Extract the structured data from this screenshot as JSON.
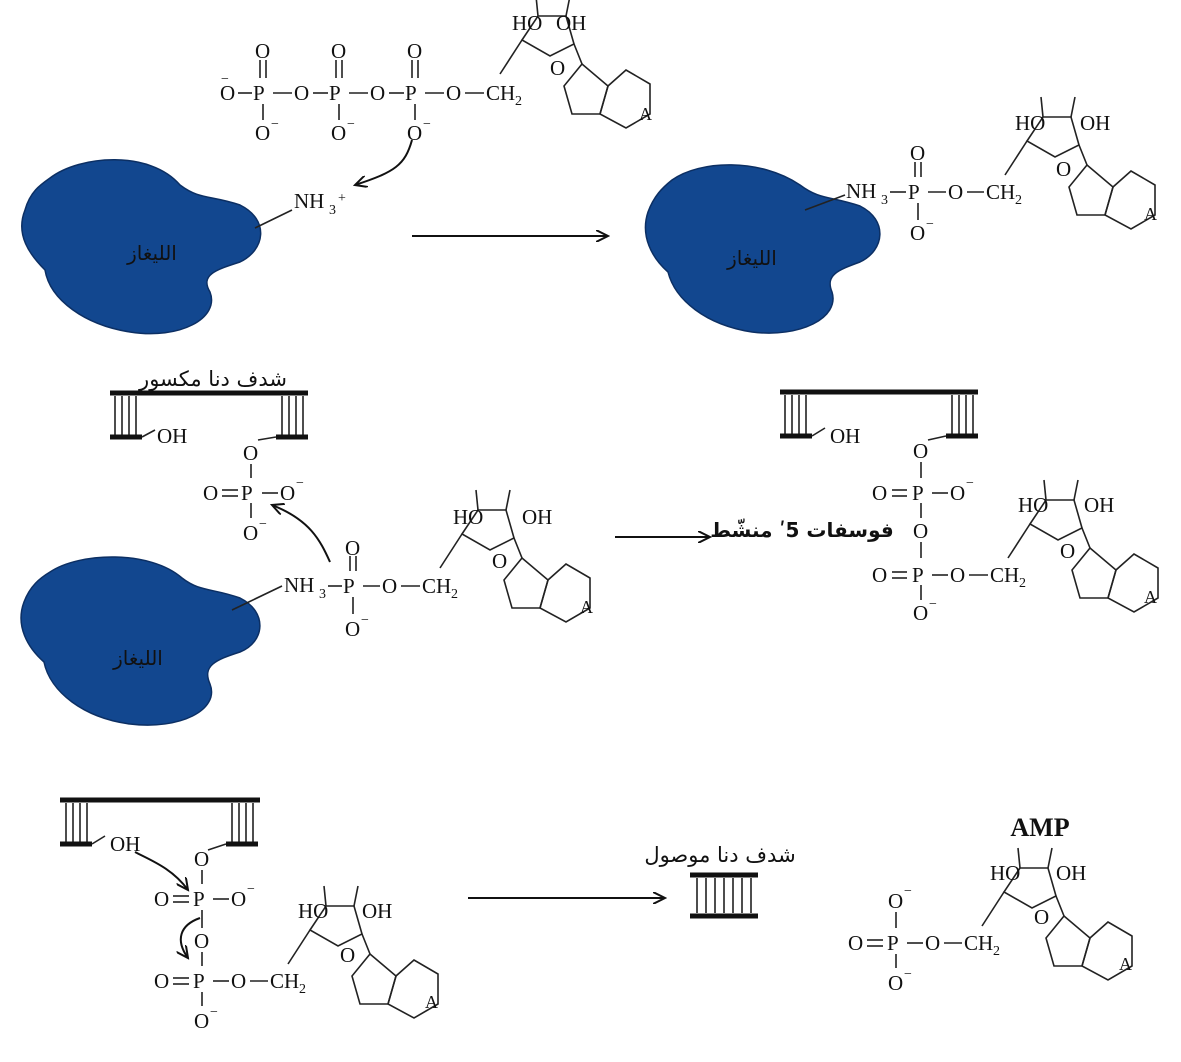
{
  "labels": {
    "ligase": "الليغاز",
    "broken_dna": "شدف دنا مكسور",
    "activated_phosphate": "فوسفات 5ʹ منشّط",
    "ligated_dna": "شدف دنا موصول",
    "amp": "AMP",
    "adenine": "A",
    "nh3": "NH",
    "nh3_plus_sub": "3",
    "nh3_plus_sup": "+",
    "oh": "OH",
    "ho": "HO",
    "ch2": "CH",
    "sub2": "2",
    "o": "O",
    "p": "P",
    "o_minus": "O",
    "minus": "−"
  },
  "colors": {
    "enzyme": "#12478f",
    "ink": "#111111"
  }
}
